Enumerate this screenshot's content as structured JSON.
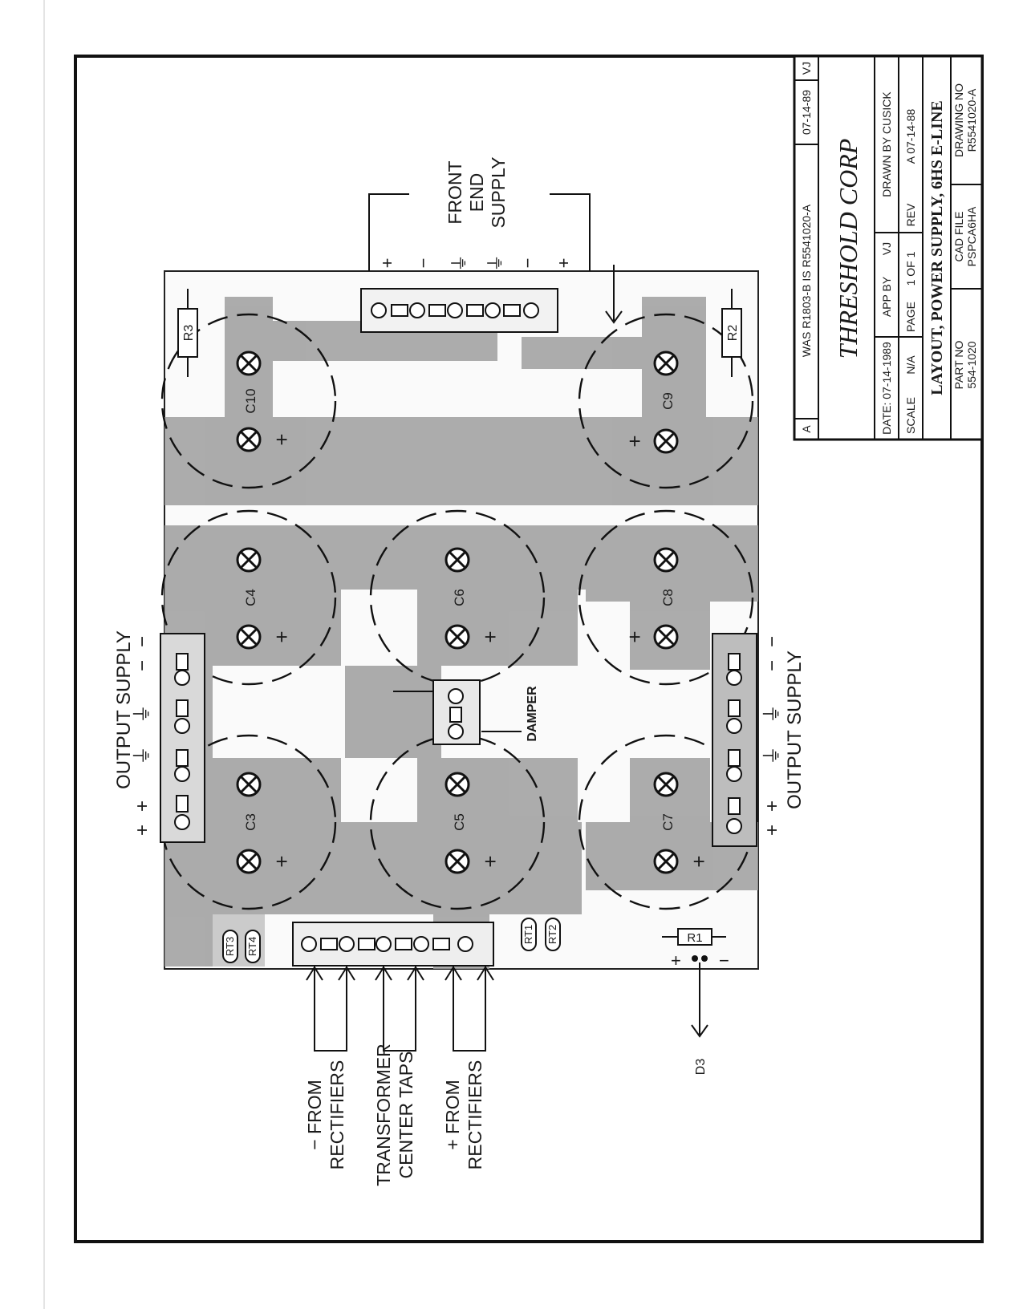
{
  "drawing": {
    "components": {
      "capacitors": [
        "C3",
        "C4",
        "C5",
        "C6",
        "C7",
        "C8",
        "C9",
        "C10"
      ],
      "resistors": [
        "R1",
        "R2",
        "R3"
      ],
      "thermistors": [
        "RT1",
        "RT2",
        "RT3",
        "RT4"
      ],
      "diode": "D3",
      "polarity_plus": "+",
      "polarity_minus": "−"
    },
    "labels": {
      "output_supply_top": "OUTPUT SUPPLY",
      "output_supply_bottom": "OUTPUT SUPPLY",
      "front_end_supply": [
        "FRONT",
        "END",
        "SUPPLY"
      ],
      "damper": "DAMPER",
      "minus_from_rectifiers": [
        "− FROM",
        "RECTIFIERS"
      ],
      "transformer_center_taps": [
        "TRANSFORMER",
        "CENTER TAPS"
      ],
      "plus_from_rectifiers": [
        "+ FROM",
        "RECTIFIERS"
      ]
    },
    "terminal_signs": {
      "output_top": [
        "+",
        "+",
        "⏚",
        "⏚",
        "−",
        "−"
      ],
      "output_bottom": [
        "+",
        "+",
        "⏚",
        "⏚",
        "−",
        "−"
      ],
      "front_end": [
        "+",
        "−",
        "⏚",
        "⏚",
        "−",
        "+"
      ]
    }
  },
  "title_block": {
    "rev_letter": "A",
    "revision_note": "WAS R1803-B IS R5541020-A",
    "revision_date": "07-14-89",
    "revision_initials": "VJ",
    "company": "THRESHOLD CORP",
    "date": "DATE: 07-14-1989",
    "app_by": "APP BY",
    "app_by_initials": "VJ",
    "drawn_by": "DRAWN BY CUSICK",
    "scale": "SCALE",
    "scale_value": "N/A",
    "page": "PAGE",
    "page_value": "1 OF 1",
    "rev": "REV",
    "rev_value": "A 07-14-88",
    "title": "LAYOUT, POWER SUPPLY, 6HS E-LINE",
    "part_no_label": "PART NO",
    "part_no": "554-1020",
    "cad_file_label": "CAD FILE",
    "cad_file": "PSPCA6HA",
    "drawing_no_label": "DRAWING NO",
    "drawing_no": "R5541020-A"
  }
}
